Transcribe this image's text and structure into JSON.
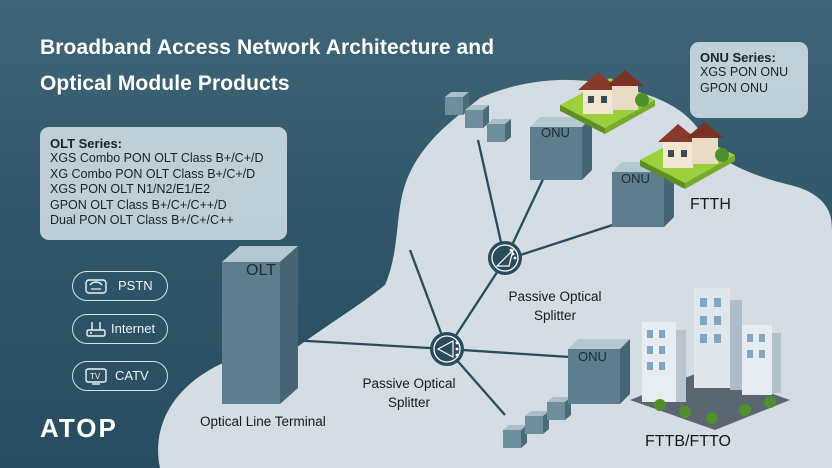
{
  "title": {
    "line1": "Broadband Access Network Architecture and",
    "line2": "Optical Module Products"
  },
  "olt_series": {
    "heading": "OLT Series:",
    "items": [
      "XGS Combo PON OLT Class B+/C+/D",
      "XG Combo PON OLT Class B+/C+/D",
      "XGS PON OLT N1/N2/E1/E2",
      "GPON OLT Class B+/C+/C++/D",
      "Dual PON OLT Class B+/C+/C++"
    ]
  },
  "onu_series": {
    "heading": "ONU Series:",
    "items": [
      "XGS PON ONU",
      "GPON ONU"
    ]
  },
  "services": [
    {
      "label": "PSTN",
      "icon": "phone-icon"
    },
    {
      "label": "Internet",
      "icon": "router-icon"
    },
    {
      "label": "CATV",
      "icon": "tv-icon"
    }
  ],
  "olt": {
    "box_label": "OLT",
    "caption": "Optical Line Terminal"
  },
  "splitter_upper": {
    "line1": "Passive Optical",
    "line2": "Splitter"
  },
  "splitter_lower": {
    "line1": "Passive Optical",
    "line2": "Splitter"
  },
  "onu_labels": [
    "ONU",
    "ONU",
    "ONU"
  ],
  "ftth_label": "FTTH",
  "fttb_label": "FTTB/FTTO",
  "logo": "ATOP",
  "colors": {
    "background": "#2e5567",
    "cloud": "#d3dde3",
    "cube_front": "#5d7e8c",
    "line": "#2a4b5c",
    "text_white": "#ffffff"
  }
}
